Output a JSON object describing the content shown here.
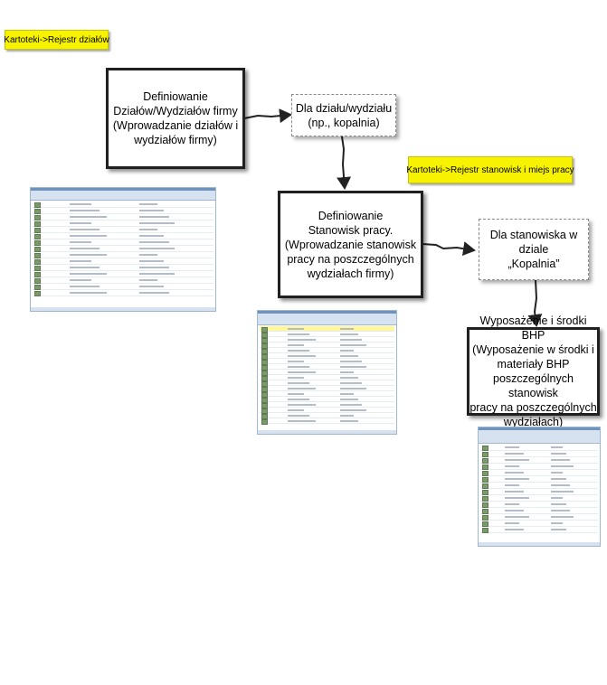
{
  "notes": {
    "departments_path": "Kartoteki->Rejestr działów",
    "positions_path": "Kartoteki->Rejestr stanowisk i miejs pracy"
  },
  "boxes": {
    "define_departments": "Definiowanie\nDziałów/Wydziałów firmy\n(Wprowadzanie działów i\nwydziałów firmy)",
    "for_department": "Dla działu/wydziału\n(np., kopalnia)",
    "define_positions": "Definiowanie\nStanowisk pracy.\n(Wprowadzanie stanowisk\npracy na poszczególnych\nwydziałach firmy)",
    "for_position": "Dla stanowiska w\ndziale\n„Kopalnia”",
    "equipment": "Wyposażenie i środki BHP\n(Wyposażenie w środki i\nmateriały BHP\nposzczególnych stanowisk\npracy na poszczególnych\nwydziałach)"
  },
  "colors": {
    "note_fill": "#f7f200",
    "thick_border": "#202020",
    "thin_border": "#8a8a8a",
    "thumb_header": "#d6e2ef"
  }
}
